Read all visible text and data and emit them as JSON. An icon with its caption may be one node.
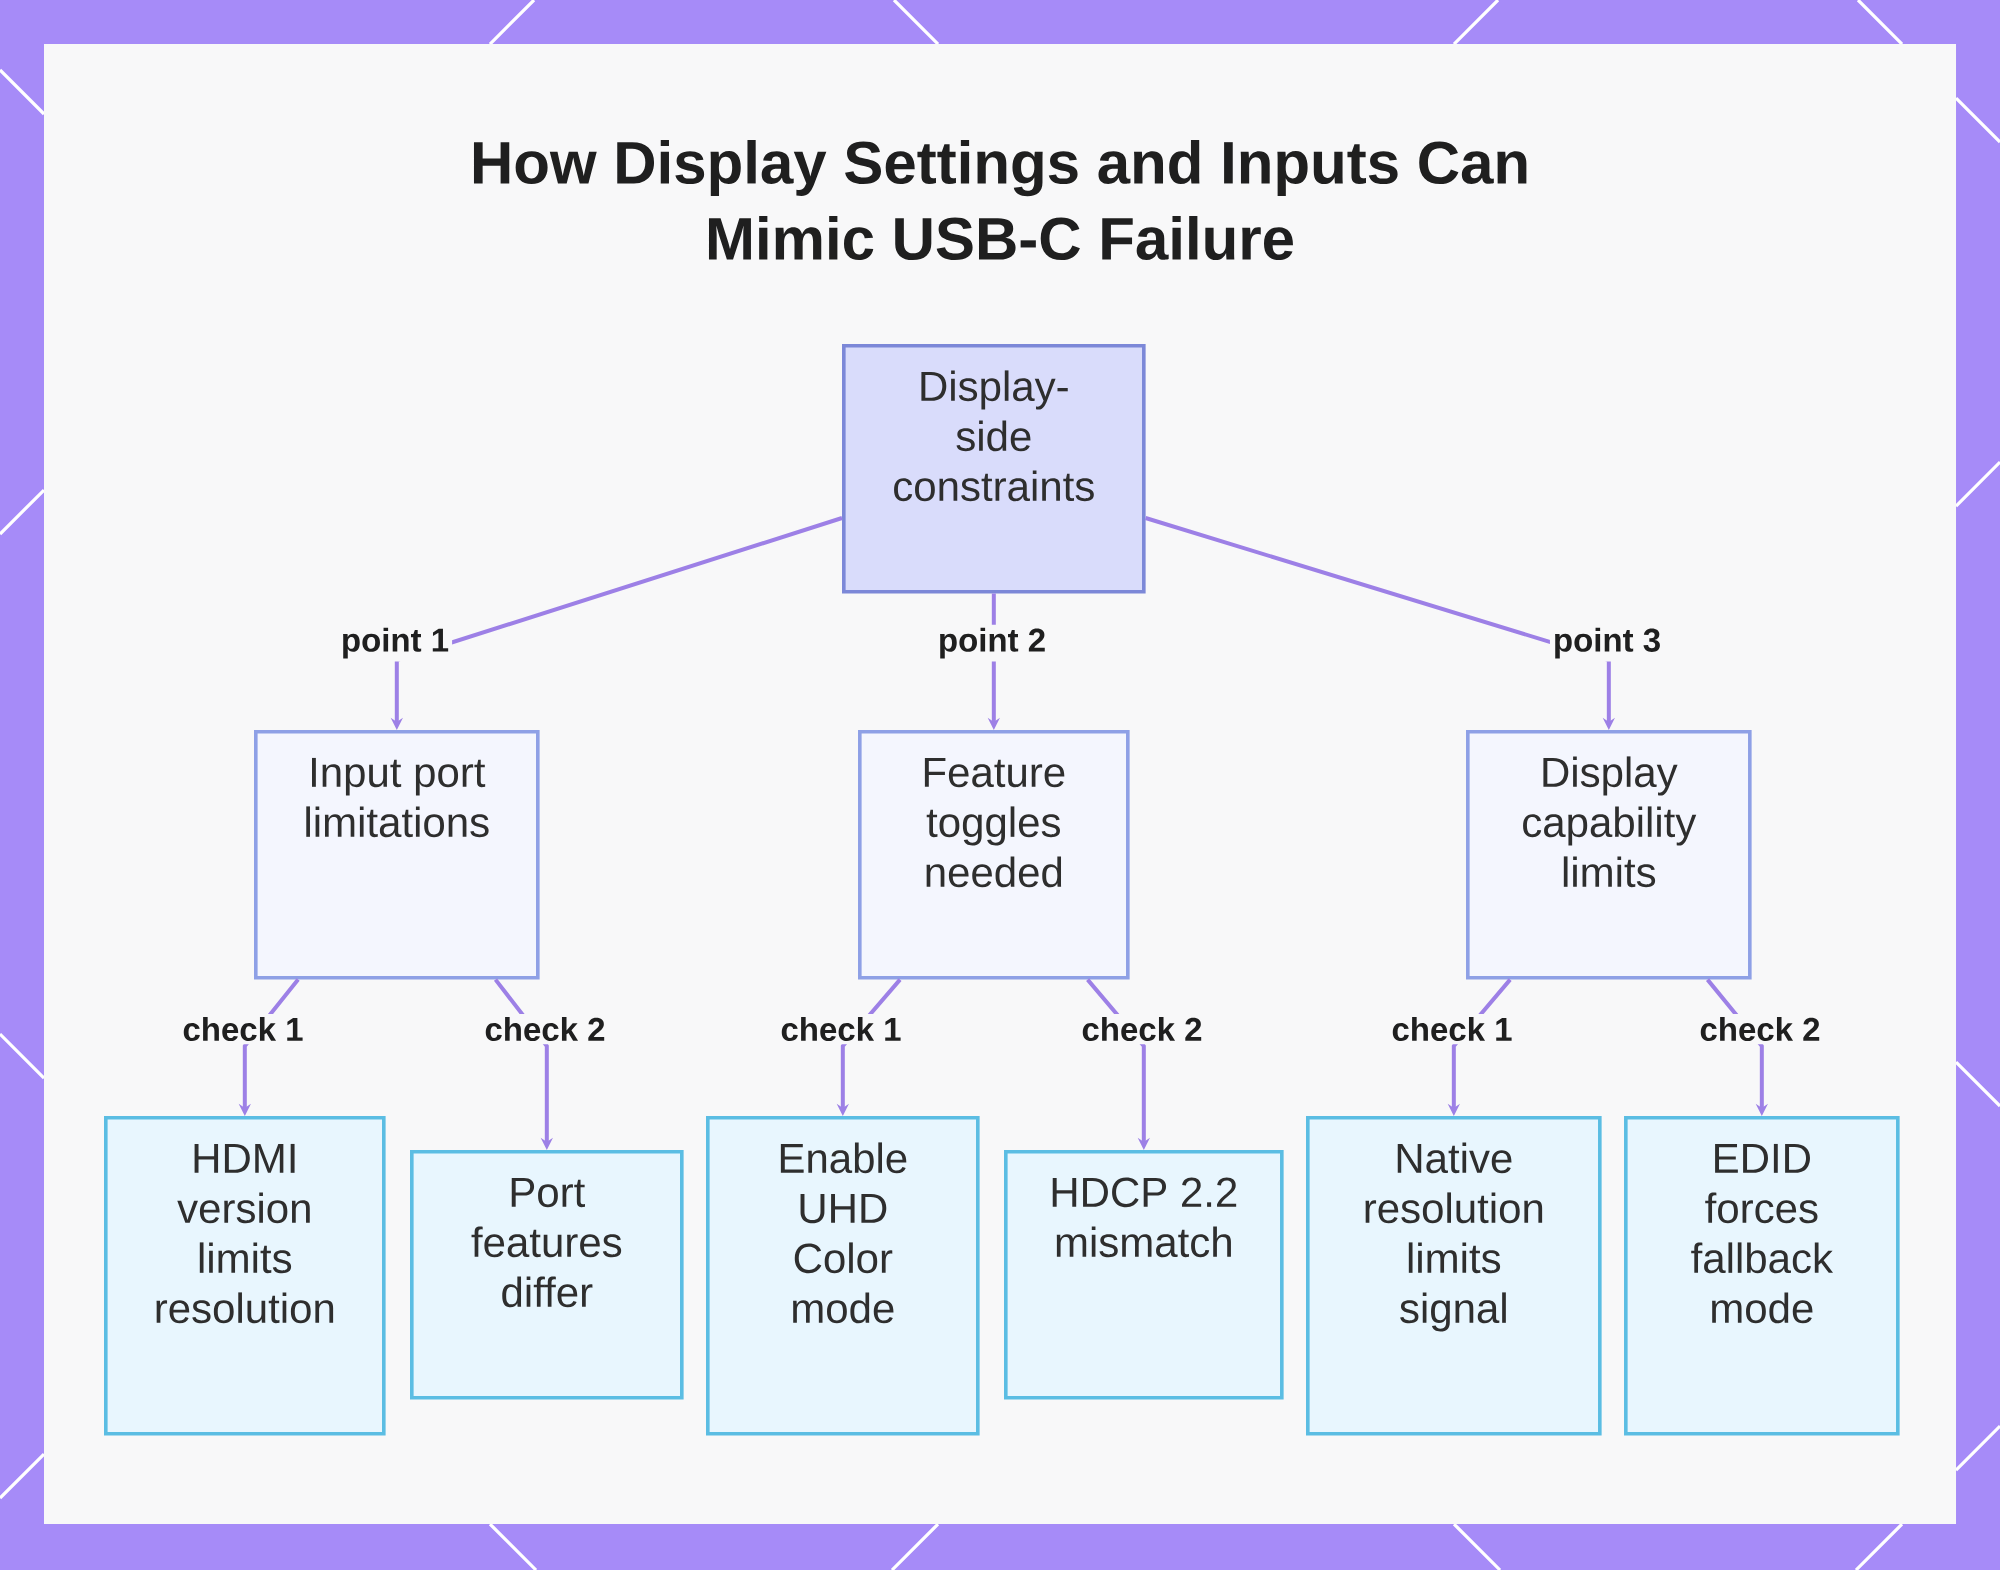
{
  "diagram": {
    "title": "How Display Settings and Inputs Can Mimic USB-C Failure",
    "nodes": [
      {
        "text": [
          "Display-side constraints"
        ]
      },
      {
        "text": [
          "Input port limitations"
        ]
      },
      {
        "text": [
          "Feature toggles needed"
        ]
      },
      {
        "text": [
          "Display capability limits"
        ]
      },
      {
        "text": [
          "HDMI version limits resolution"
        ]
      },
      {
        "text": [
          "Port features differ"
        ]
      },
      {
        "text": [
          "Enable UHD Color mode"
        ]
      },
      {
        "text": [
          "HDCP 2.2 mismatch"
        ]
      },
      {
        "text": [
          "Native resolution limits signal"
        ]
      },
      {
        "text": [
          "EDID forces fallback mode"
        ]
      }
    ],
    "edges": [
      {
        "from": 0,
        "to": 1,
        "arrow": "to",
        "label": "point 1"
      },
      {
        "from": 0,
        "to": 2,
        "arrow": "to",
        "label": "point 2"
      },
      {
        "from": 0,
        "to": 3,
        "arrow": "to",
        "label": "point 3"
      },
      {
        "from": 1,
        "to": 4,
        "arrow": "to",
        "label": "check 1"
      },
      {
        "from": 1,
        "to": 5,
        "arrow": "to",
        "label": "check 2"
      },
      {
        "from": 2,
        "to": 6,
        "arrow": "to",
        "label": "check 1"
      },
      {
        "from": 2,
        "to": 7,
        "arrow": "to",
        "label": "check 2"
      },
      {
        "from": 3,
        "to": 8,
        "arrow": "to",
        "label": "check 1"
      },
      {
        "from": 3,
        "to": 9,
        "arrow": "to",
        "label": "check 2"
      }
    ]
  }
}
